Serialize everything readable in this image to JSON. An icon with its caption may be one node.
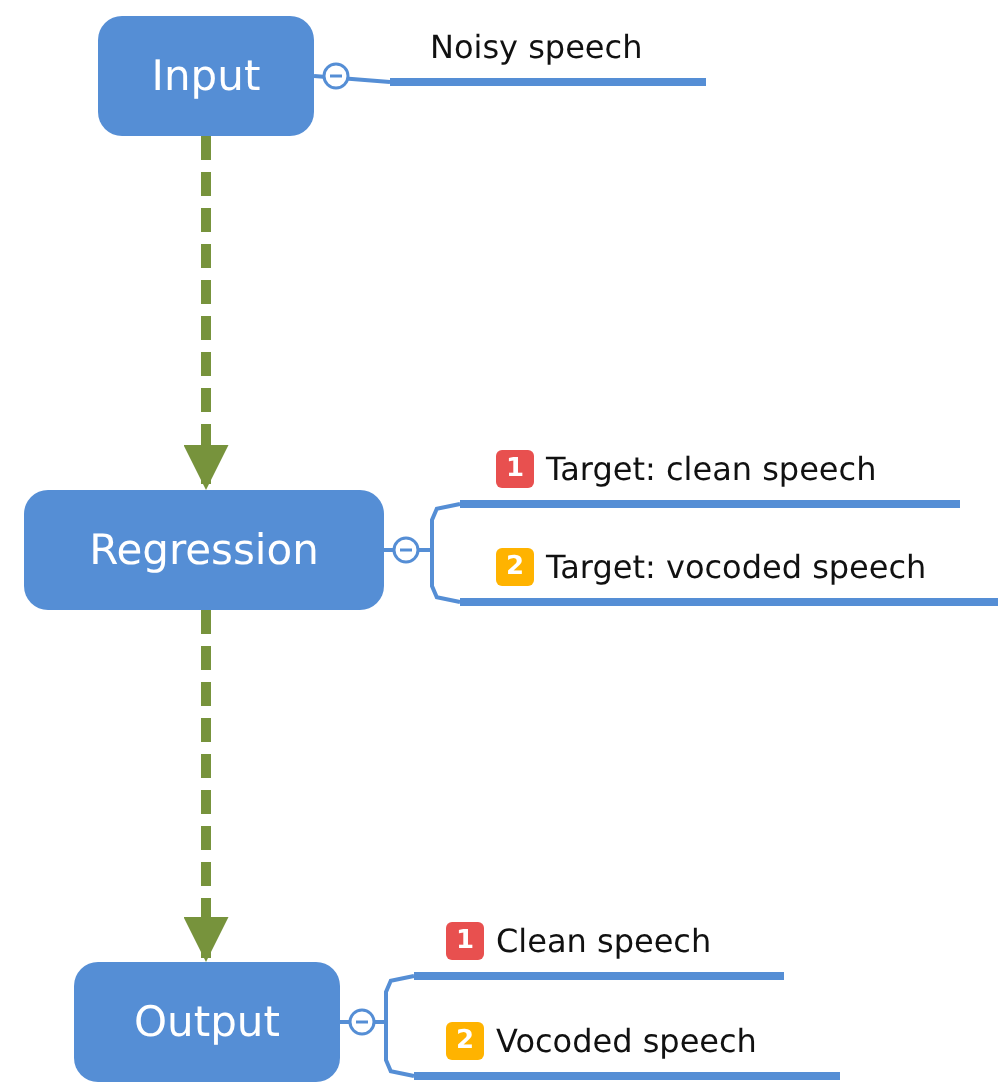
{
  "diagram": {
    "nodes": [
      {
        "text": [
          "Input"
        ]
      },
      {
        "text": [
          "Noisy speech"
        ]
      },
      {
        "text": [
          "Regression"
        ]
      },
      {
        "text": [
          "1",
          "Target: clean speech"
        ]
      },
      {
        "text": [
          "2",
          "Target: vocoded speech"
        ]
      },
      {
        "text": [
          "Output"
        ]
      },
      {
        "text": [
          "1",
          "Clean speech"
        ]
      },
      {
        "text": [
          "2",
          "Vocoded speech"
        ]
      }
    ],
    "edges": [
      {
        "from": 0,
        "to": 1,
        "arrow": "none"
      },
      {
        "from": 0,
        "to": 2,
        "arrow": "to",
        "style": "dashed",
        "color": "#77933c"
      },
      {
        "from": 2,
        "to": 3,
        "arrow": "none"
      },
      {
        "from": 2,
        "to": 4,
        "arrow": "none"
      },
      {
        "from": 2,
        "to": 5,
        "arrow": "to",
        "style": "dashed",
        "color": "#77933c"
      },
      {
        "from": 5,
        "to": 6,
        "arrow": "none"
      },
      {
        "from": 5,
        "to": 7,
        "arrow": "none"
      }
    ]
  }
}
